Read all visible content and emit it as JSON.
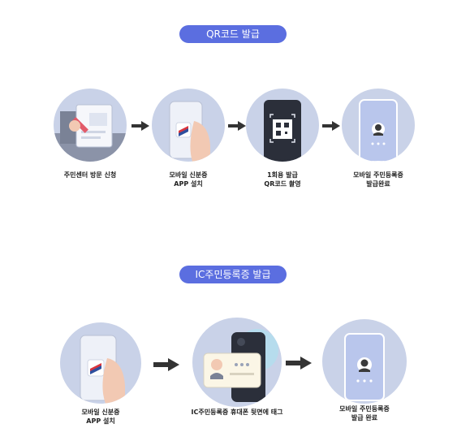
{
  "section_qr": {
    "title": "QR코드 발급",
    "steps": [
      {
        "line1": "주민센터 방문 신청",
        "line2": ""
      },
      {
        "line1": "모바일 신분증",
        "line2": "APP 설치"
      },
      {
        "line1": "1회용 발급",
        "line2": "QR코드 촬영"
      },
      {
        "line1": "모바일 주민등록증",
        "line2": "발급완료"
      }
    ]
  },
  "section_ic": {
    "title": "IC주민등록증 발급",
    "steps": [
      {
        "line1": "모바일 신분증",
        "line2": "APP 설치"
      },
      {
        "line1": "IC주민등록증 휴대폰 뒷면에 태그",
        "line2": ""
      },
      {
        "line1": "모바일 주민등록증",
        "line2": "발급 완료"
      }
    ]
  },
  "colors": {
    "accent": "#5b6ee0",
    "circle": "#c9d2e8",
    "arrow": "#333333"
  },
  "icons": [
    "application-form-icon",
    "phone-app-icon",
    "qr-scan-icon",
    "mobile-id-icon",
    "nfc-tag-icon"
  ]
}
